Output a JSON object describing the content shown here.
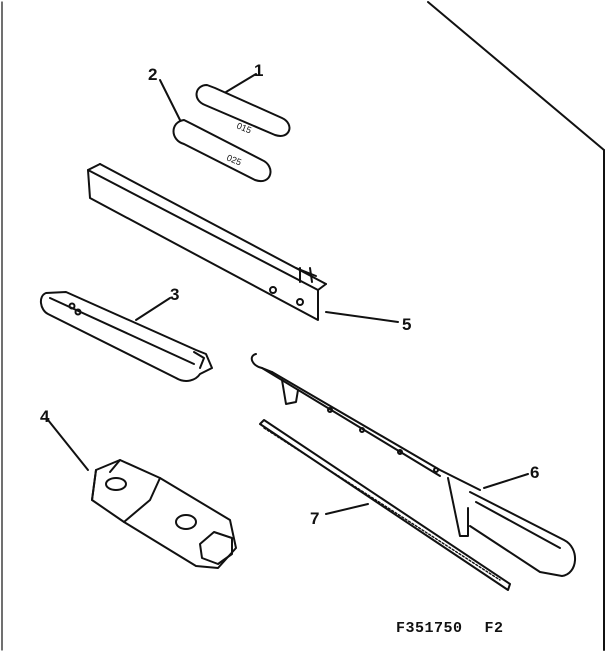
{
  "diagram": {
    "callouts": {
      "part1": "1",
      "part2": "2",
      "part3": "3",
      "part4": "4",
      "part5": "5",
      "part6": "6",
      "part7": "7"
    },
    "part_stamps": {
      "gauge_upper": "015",
      "gauge_lower": "025"
    },
    "figure_code": "F351750",
    "figure_ref": "F2"
  }
}
